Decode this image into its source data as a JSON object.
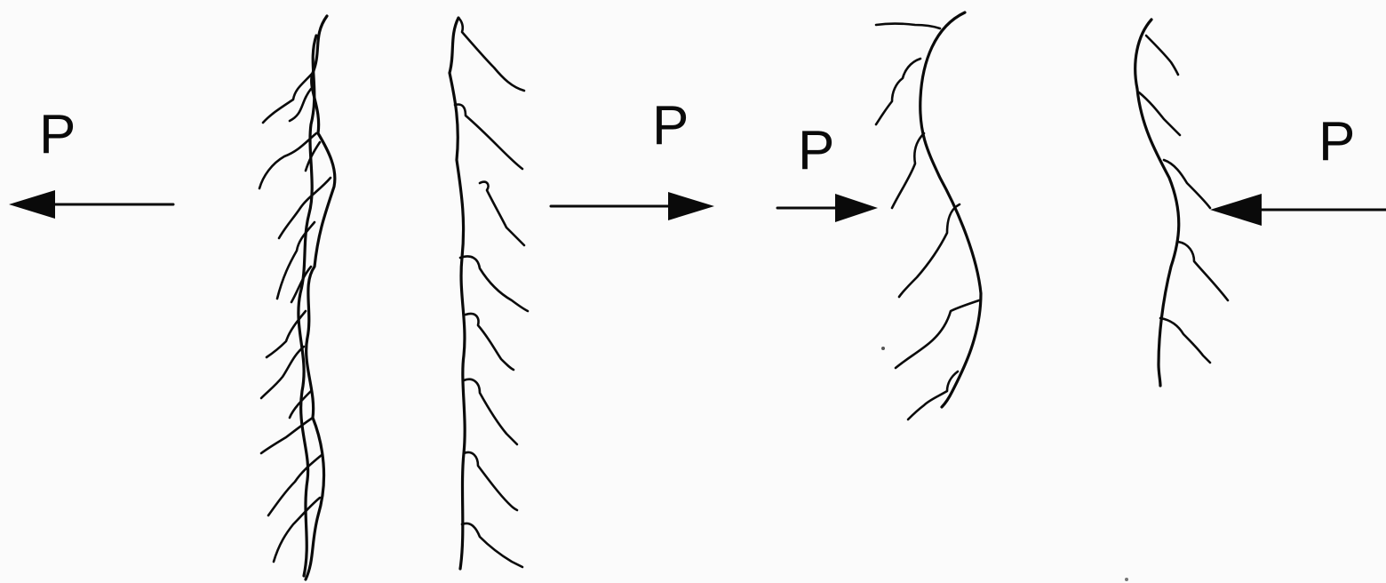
{
  "loads": [
    {
      "label": "P",
      "direction": "left"
    },
    {
      "label": "P",
      "direction": "right"
    },
    {
      "label": "P",
      "direction": "right"
    },
    {
      "label": "P",
      "direction": "left"
    }
  ],
  "colors": {
    "ink": "#0a0a0a",
    "paper": "#fbfbfb"
  }
}
